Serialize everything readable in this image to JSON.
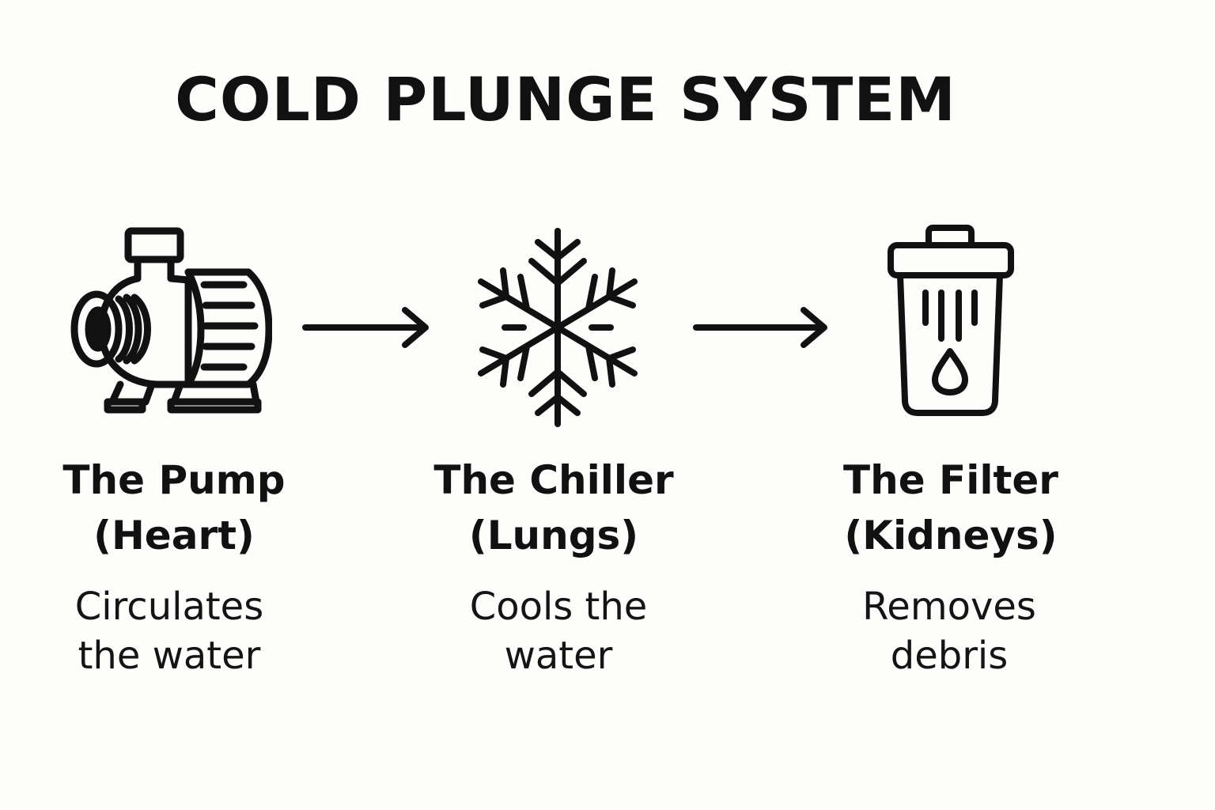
{
  "title": "COLD PLUNGE SYSTEM",
  "components": [
    {
      "icon": "pump-icon",
      "label_line1": "The Pump",
      "label_line2": "(Heart)",
      "desc_line1": "Circulates",
      "desc_line2": "the water"
    },
    {
      "icon": "snowflake-icon",
      "label_line1": "The Chiller",
      "label_line2": "(Lungs)",
      "desc_line1": "Cools the",
      "desc_line2": "water"
    },
    {
      "icon": "filter-icon",
      "label_line1": "The Filter",
      "label_line2": "(Kidneys)",
      "desc_line1": "Removes",
      "desc_line2": "debris"
    }
  ],
  "colors": {
    "ink": "#111111",
    "background": "#fdfdfc"
  }
}
